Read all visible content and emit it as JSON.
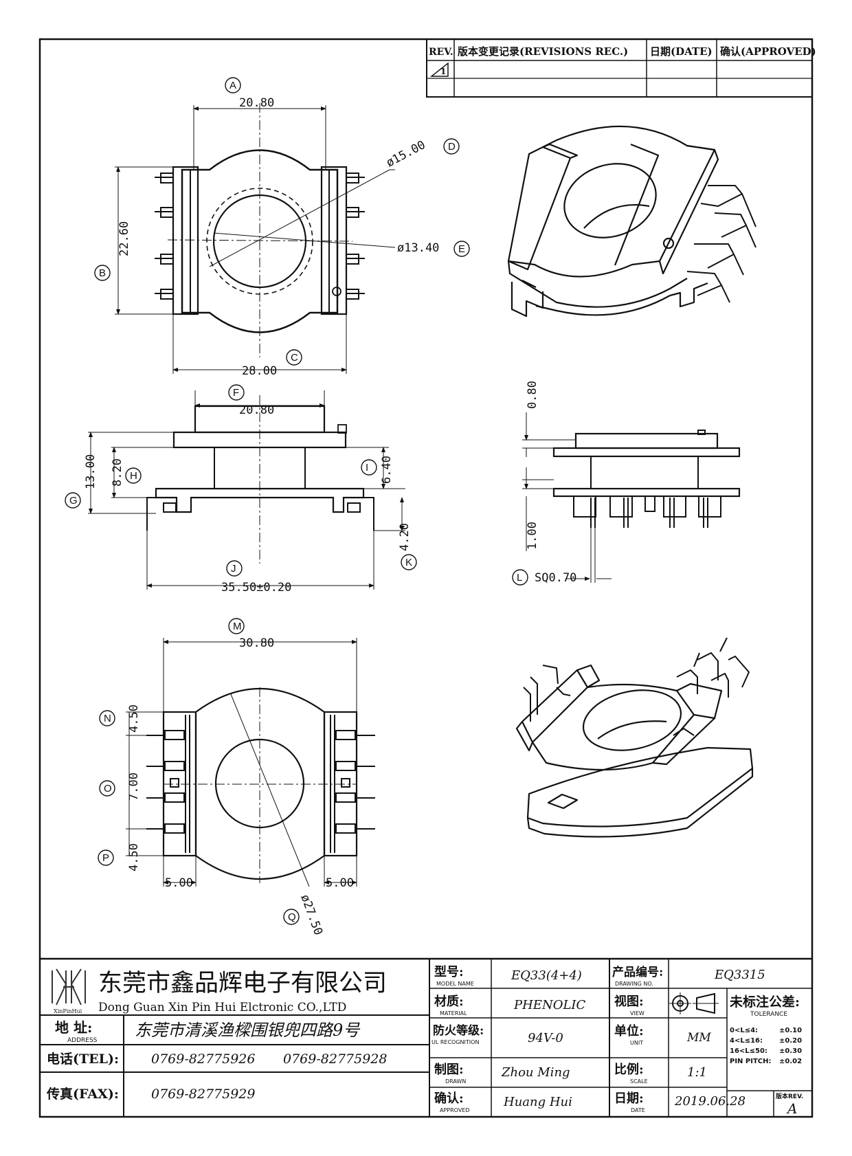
{
  "revision_table": {
    "headers": [
      "REV.",
      "版本变更记录(REVISIONS REC.)",
      "日期(DATE)",
      "确认(APPROVED)"
    ],
    "rev_mark": "1"
  },
  "views": {
    "top": {
      "dims": [
        "20.80",
        "22.60",
        "28.00",
        "ø15.00",
        "ø13.40"
      ],
      "callouts": [
        "A",
        "B",
        "C",
        "D",
        "E"
      ]
    },
    "front": {
      "dims": [
        "20.80",
        "13.00",
        "8.20",
        "6.40",
        "4.20",
        "35.50±0.20"
      ],
      "callouts": [
        "F",
        "G",
        "H",
        "I",
        "K",
        "J"
      ]
    },
    "side": {
      "dims": [
        "0.80",
        "1.00",
        "SQ0.70"
      ],
      "callouts": [
        "L"
      ]
    },
    "bottom": {
      "dims": [
        "30.80",
        "4.50",
        "7.00",
        "4.50",
        "5.00",
        "5.00",
        "ø27.50"
      ],
      "callouts": [
        "M",
        "N",
        "O",
        "P",
        "Q"
      ]
    }
  },
  "title_block": {
    "logo_text": "XinPinHui",
    "company_cn": "东莞市鑫品辉电子有限公司",
    "company_en": "Dong Guan Xin Pin Hui Elctronic CO.,LTD",
    "address_label_cn": "地  址:",
    "address_label_en": "ADDRESS",
    "address": "东莞市清溪渔樑围银兜四路9号",
    "tel_label": "电话(TEL):",
    "tel_1": "0769-82775926",
    "tel_2": "0769-82775928",
    "fax_label": "传真(FAX):",
    "fax": "0769-82775929",
    "model_label_cn": "型号:",
    "model_label_en": "MODEL NAME",
    "model": "EQ33(4+4)",
    "material_label_cn": "材质:",
    "material_label_en": "MATERIAL",
    "material": "PHENOLIC",
    "ul_label_cn": "防火等级:",
    "ul_label_en": "UL RECOGNITION",
    "ul": "94V-0",
    "drawn_label_cn": "制图:",
    "drawn_label_en": "DRAWN",
    "drawn": "Zhou Ming",
    "approved_label_cn": "确认:",
    "approved_label_en": "APPROVED",
    "approved": "Huang Hui",
    "drawing_no_label_cn": "产品编号:",
    "drawing_no_label_en": "DRAWING NO.",
    "drawing_no": "EQ3315",
    "view_label_cn": "视图:",
    "view_label_en": "VIEW",
    "unit_label_cn": "单位:",
    "unit_label_en": "UNIT",
    "unit": "MM",
    "scale_label_cn": "比例:",
    "scale_label_en": "SCALE",
    "scale": "1:1",
    "date_label_cn": "日期:",
    "date_label_en": "DATE",
    "date": "2019.06.28",
    "tolerance_title_cn": "未标注公差:",
    "tolerance_title_en": "TOLERANCE",
    "tolerances": [
      {
        "range": "0<L≤4:",
        "value": "±0.10"
      },
      {
        "range": "4<L≤16:",
        "value": "±0.20"
      },
      {
        "range": "16<L≤50:",
        "value": "±0.30"
      },
      {
        "range": "PIN PITCH:",
        "value": "±0.02"
      }
    ],
    "rev_label": "版本REV.",
    "rev": "A"
  }
}
